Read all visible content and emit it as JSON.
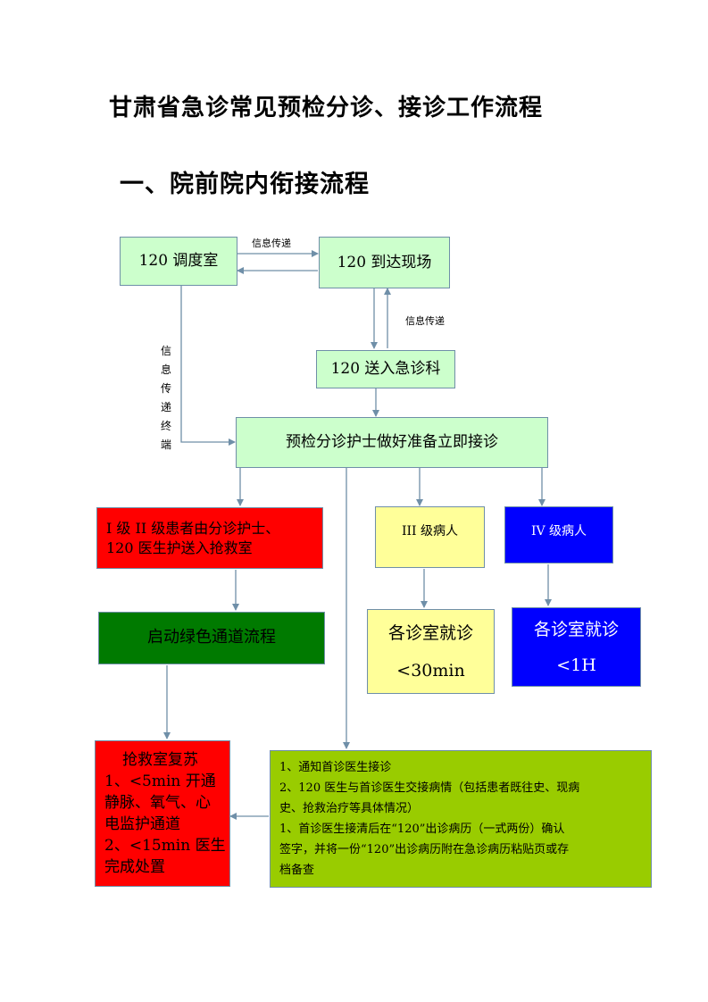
{
  "doc": {
    "title": "甘肃省急诊常见预检分诊、接诊工作流程",
    "section": "一、院前院内衔接流程"
  },
  "flow": {
    "dispatch": "120 调度室",
    "arrive": "120 到达现场",
    "to_er": "120 送入急诊科",
    "triage": "预检分诊护士做好准备立即接诊",
    "level12": [
      "I 级 II 级患者由分诊护士、",
      "120 医生护送入抢救室"
    ],
    "level3": "III 级病人",
    "level4": "IV 级病人",
    "green_channel": "启动绿色通道流程",
    "clinic3": [
      "各诊室就诊",
      "<30min"
    ],
    "clinic4": [
      "各诊室就诊",
      "<1H"
    ],
    "resus": [
      "抢救室复苏",
      "1、<5min 开通",
      "静脉、氧气、心",
      "电监护通道",
      "2、<15min 医生",
      "完成处置"
    ],
    "handover": [
      "1、通知首诊医生接诊",
      "2、120 医生与首诊医生交接病情（包括患者既往史、现病",
      "史、抢救治疗等具体情况）",
      "1、首诊医生接清后在“120”出诊病历（一式两份）确认",
      "签字，并将一份“120”出诊病历附在急诊病历粘贴页或存",
      "档备查"
    ]
  },
  "labels": {
    "info_top": "信息传递",
    "info_right": "信息传递",
    "info_vertical": [
      "信",
      "息",
      "传",
      "递",
      "终",
      "端"
    ]
  },
  "colors": {
    "light_green": "#ccffcc",
    "red": "#ff0000",
    "dark_green": "#007a00",
    "yellow": "#ffff99",
    "blue": "#0000ff",
    "lime": "#99cc00",
    "line": "#6f8fa8"
  }
}
